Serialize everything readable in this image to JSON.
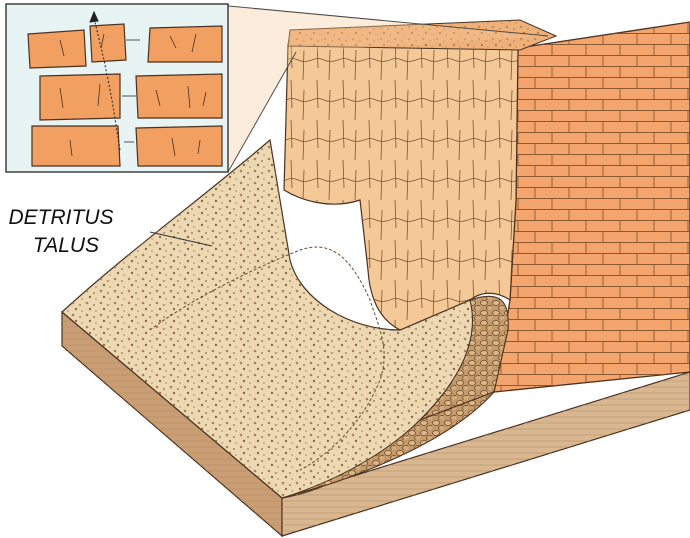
{
  "labels": {
    "detritus": "DETRITUS",
    "talus": "TALUS"
  },
  "colors": {
    "rock_face": "#f4a46c",
    "rock_face_shadow": "#e8894c",
    "cliff_top": "#f3c490",
    "talus_fill": "#ecd7b0",
    "talus_shade": "#d4b080",
    "dark_talus": "#b78a5c",
    "base_side": "#d6b08a",
    "base_front": "#c79b73",
    "inset_bg": "#e6f3f2",
    "inset_block": "#f0a064",
    "outline": "#4a3220"
  },
  "icons": {
    "arrow": "frost-wedging-arrow"
  }
}
